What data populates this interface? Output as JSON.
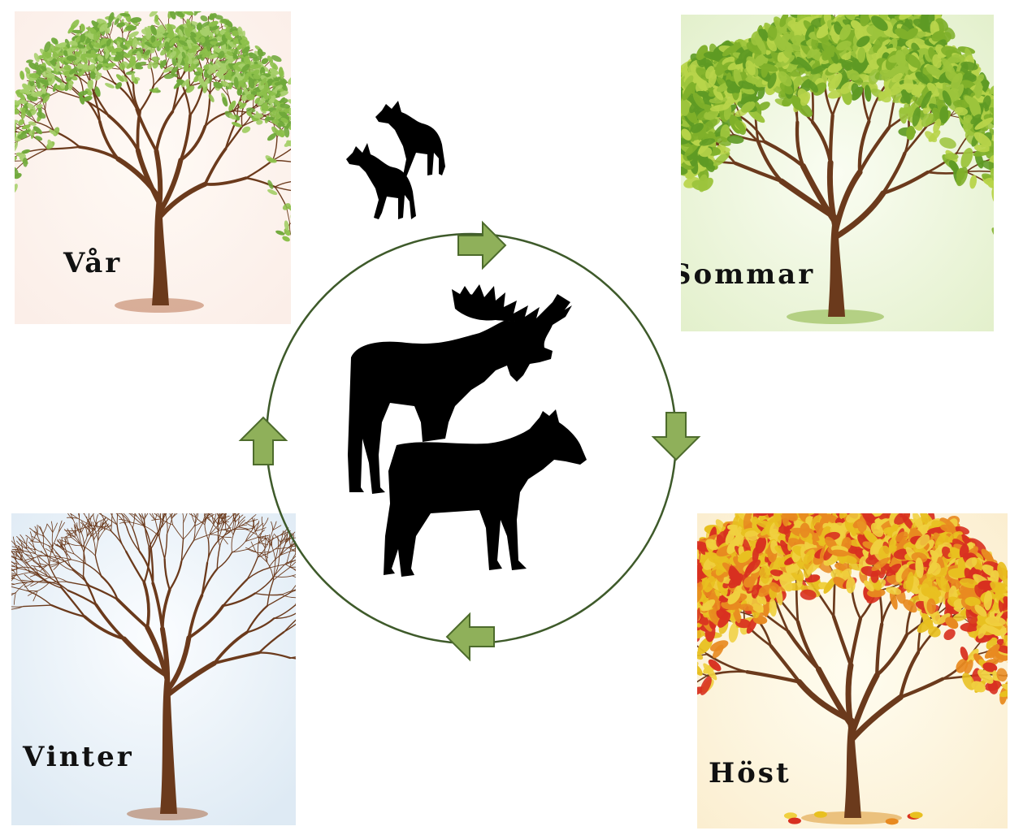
{
  "seasons": {
    "spring": "Vår",
    "summer": "Sommar",
    "autumn": "Höst",
    "winter": "Vinter"
  },
  "colors": {
    "circle": "#3e5a2a",
    "arrow": "#8fb05a",
    "arrow_border": "#4d6b2c",
    "trunk": "#6b3a1c",
    "spring_leaf": "#8cbf4a",
    "summer_leaf": "#9cc43c",
    "autumn_leaves": [
      "#e8c020",
      "#d83020",
      "#e88a20",
      "#f0d040"
    ],
    "silhouette": "#000000"
  },
  "diagram": {
    "center_icon": "moose-pair-silhouette-icon",
    "calves_icon": "moose-calves-silhouette-icon",
    "arrow_icon": "cycle-arrow-icon"
  }
}
